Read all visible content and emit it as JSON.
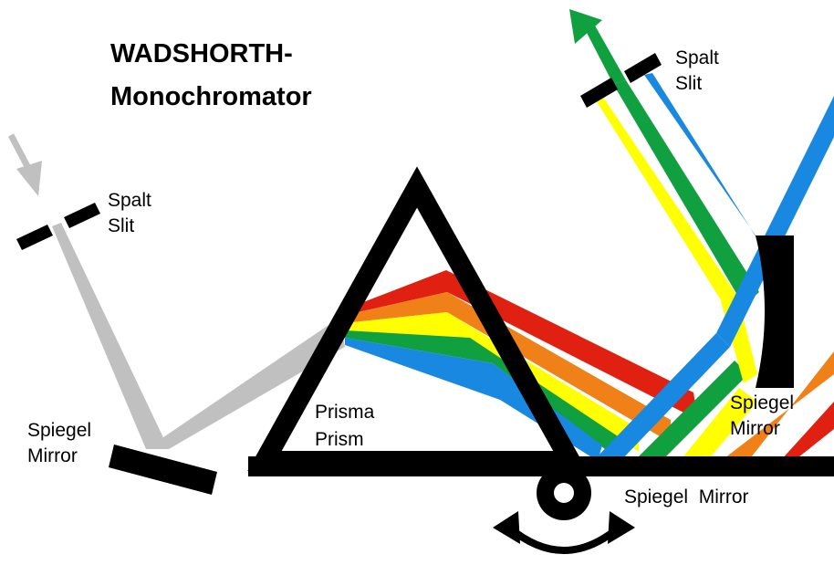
{
  "title": {
    "line1": "WADSHORTH-",
    "line2": "Monochromator"
  },
  "labels": {
    "entrance_slit_de": "Spalt",
    "entrance_slit_en": "Slit",
    "exit_slit_de": "Spalt",
    "exit_slit_en": "Slit",
    "collimator_mirror_de": "Spiegel",
    "collimator_mirror_en": "Mirror",
    "prism_de": "Prisma",
    "prism_en": "Prism",
    "curved_mirror_de": "Spiegel",
    "curved_mirror_en": "Mirror",
    "flat_mirror": "Spiegel  Mirror"
  },
  "colors": {
    "incident_light": "#c0c0c0",
    "red": "#e02010",
    "orange": "#f08018",
    "yellow": "#ffff00",
    "green": "#10a040",
    "blue": "#1888e0",
    "optics": "#000000",
    "background": "#ffffff"
  }
}
